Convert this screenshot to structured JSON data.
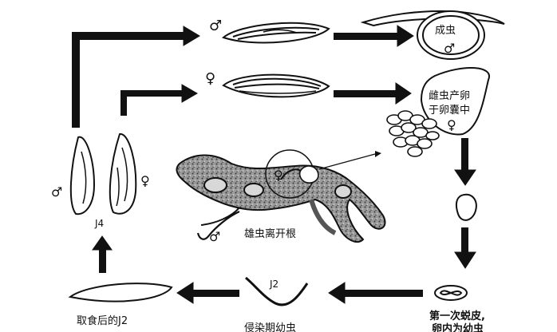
{
  "symbols": {
    "male": "♂",
    "female": "♀"
  },
  "labels": {
    "adult": "成虫",
    "female_eggs_line1": "雌虫产卵",
    "female_eggs_line2": "于卵囊中",
    "male_leaves_root": "雄虫离开根",
    "j2": "J2",
    "j4": "J4",
    "feeding_j2": "取食后的J2",
    "infective_juvenile": "侵染期幼虫",
    "first_molt_line1": "第一次蜕皮,",
    "first_molt_line2": "卵内为幼虫"
  },
  "colors": {
    "ink": "#111111",
    "paper": "#ffffff",
    "root_shade": "#6e6e6e"
  }
}
